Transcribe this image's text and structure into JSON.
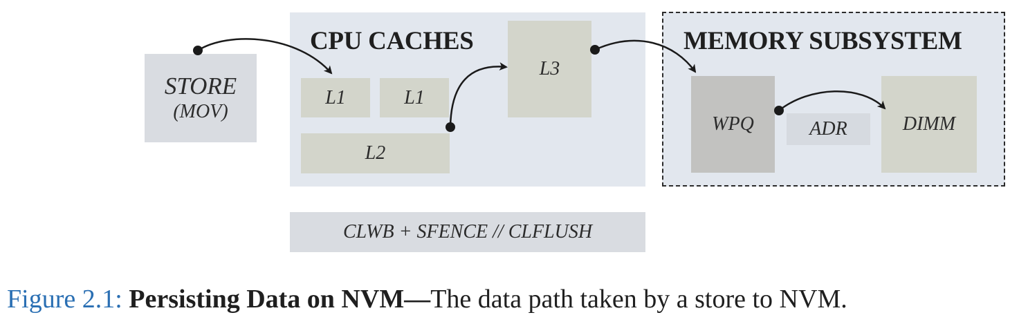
{
  "cpu_caches": {
    "title": "CPU CACHES",
    "l1_a": "L1",
    "l1_b": "L1",
    "l2": "L2",
    "l3": "L3"
  },
  "memory_subsystem": {
    "title": "MEMORY SUBSYSTEM",
    "wpq": "WPQ",
    "adr": "ADR",
    "dimm": "DIMM"
  },
  "store": {
    "line1": "STORE",
    "line2": "(MOV)"
  },
  "flush_instructions": "CLWB + SFENCE // CLFLUSH",
  "caption": {
    "label": "Figure 2.1:",
    "title": "Persisting Data on NVM—",
    "text": "The data path taken by a store to NVM."
  }
}
